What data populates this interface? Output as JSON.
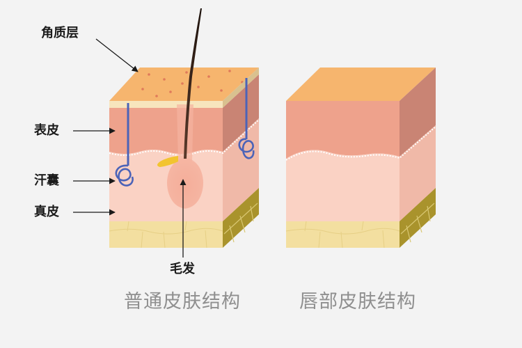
{
  "labels": {
    "stratum_corneum": "角质层",
    "epidermis": "表皮",
    "sweat_gland": "汗囊",
    "dermis": "真皮",
    "hair": "毛发"
  },
  "captions": {
    "normal_skin": "普通皮肤结构",
    "lip_skin": "唇部皮肤结构"
  },
  "colors": {
    "background": "#f3f3f3",
    "corneum_top": "#f6b56e",
    "epidermis": "#eea28c",
    "dermis": "#fad2c4",
    "fat": "#f3dfa0",
    "sweat_duct": "#4b63b8",
    "hair": "#2a1a12"
  }
}
